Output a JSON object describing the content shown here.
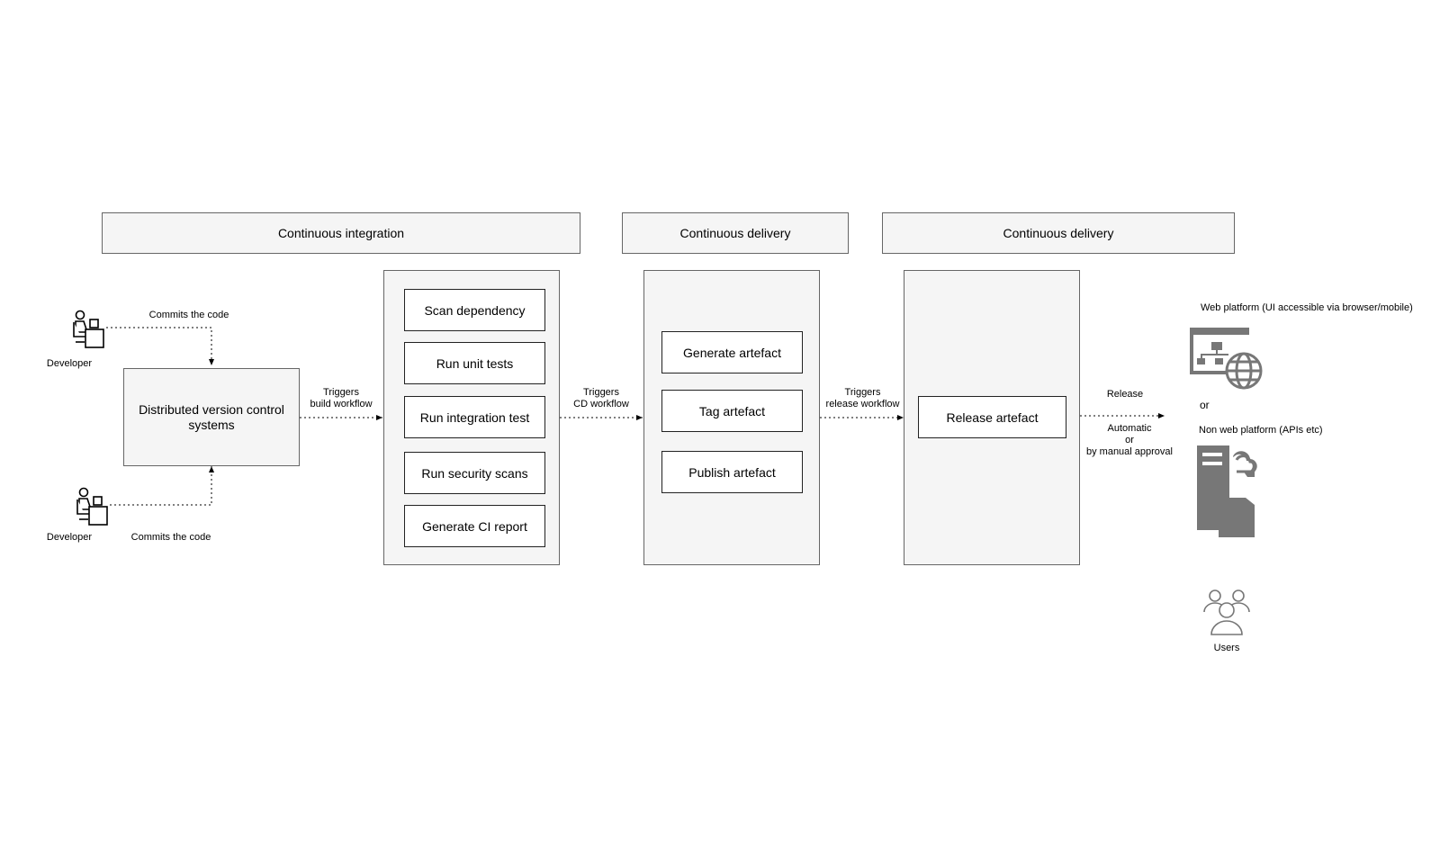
{
  "phases": {
    "ci": "Continuous integration",
    "cd1": "Continuous delivery",
    "cd2": "Continuous delivery"
  },
  "developers": {
    "top": {
      "label": "Developer",
      "action": "Commits the code"
    },
    "bottom": {
      "label": "Developer",
      "action": "Commits the code"
    }
  },
  "dvcs": {
    "label": "Distributed version control systems"
  },
  "edges": {
    "build": {
      "line1": "Triggers",
      "line2": "build workflow"
    },
    "cd": {
      "line1": "Triggers",
      "line2": "CD workflow"
    },
    "release_wf": {
      "line1": "Triggers",
      "line2": "release workflow"
    },
    "release": {
      "label": "Release",
      "line1": "Automatic",
      "line2": "or",
      "line3": "by manual approval"
    }
  },
  "ci_steps": [
    "Scan dependency",
    "Run unit tests",
    "Run integration test",
    "Run security scans",
    "Generate CI report"
  ],
  "cd_steps": [
    "Generate artefact",
    "Tag artefact",
    "Publish artefact"
  ],
  "release_steps": [
    "Release artefact"
  ],
  "targets": {
    "web": "Web platform (UI accessible via browser/mobile)",
    "or": "or",
    "nonweb": "Non web platform (APIs etc)",
    "users": "Users"
  },
  "colors": {
    "panel_fill": "#f5f5f5",
    "icon_gray": "#777777",
    "stroke": "#666666"
  },
  "icons": [
    "developer-icon",
    "web-platform-icon",
    "server-cloud-icon",
    "users-icon"
  ]
}
